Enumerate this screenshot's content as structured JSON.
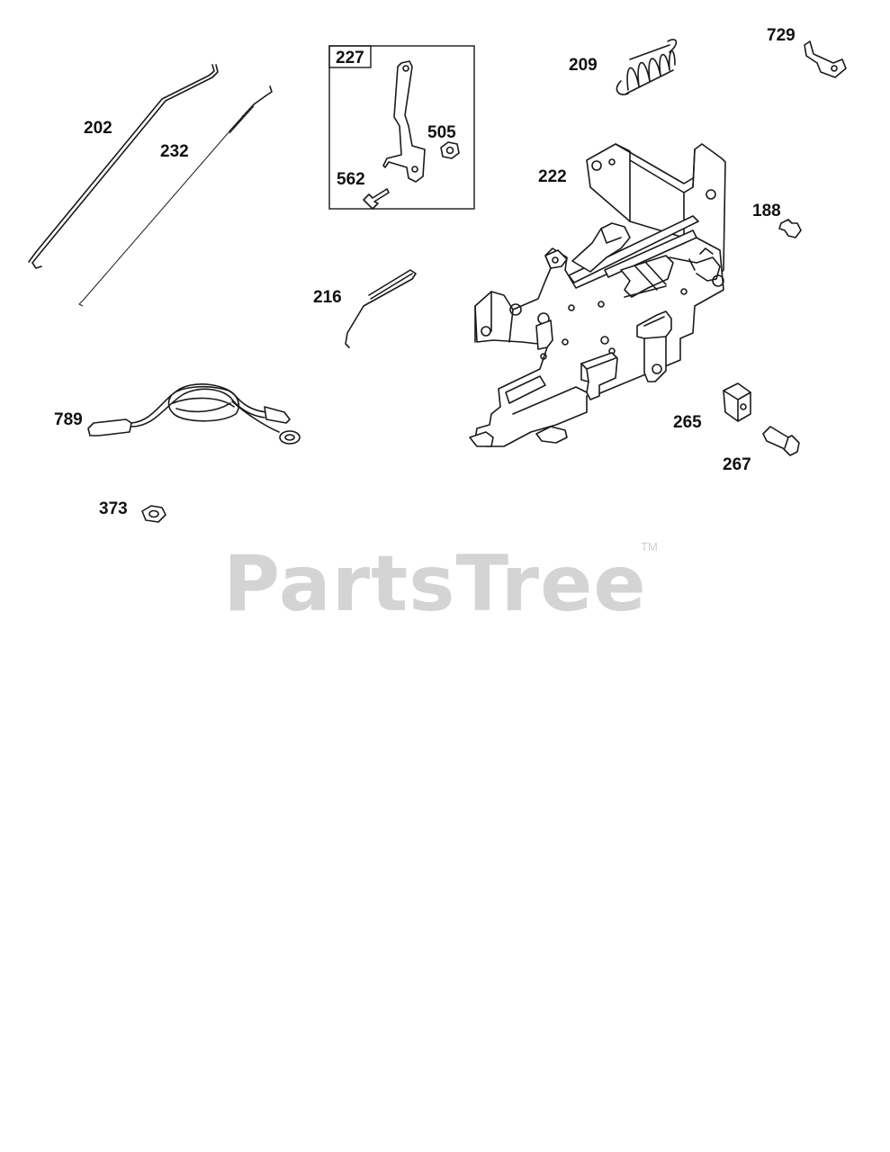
{
  "diagram": {
    "callouts": [
      {
        "id": "202",
        "text": "202"
      },
      {
        "id": "232",
        "text": "232"
      },
      {
        "id": "227",
        "text": "227"
      },
      {
        "id": "505",
        "text": "505"
      },
      {
        "id": "562",
        "text": "562"
      },
      {
        "id": "209",
        "text": "209"
      },
      {
        "id": "729",
        "text": "729"
      },
      {
        "id": "222",
        "text": "222"
      },
      {
        "id": "188",
        "text": "188"
      },
      {
        "id": "216",
        "text": "216"
      },
      {
        "id": "789",
        "text": "789"
      },
      {
        "id": "265",
        "text": "265"
      },
      {
        "id": "267",
        "text": "267"
      },
      {
        "id": "373",
        "text": "373"
      }
    ],
    "watermark": {
      "text": "PartsTree",
      "trademark": "TM"
    }
  }
}
